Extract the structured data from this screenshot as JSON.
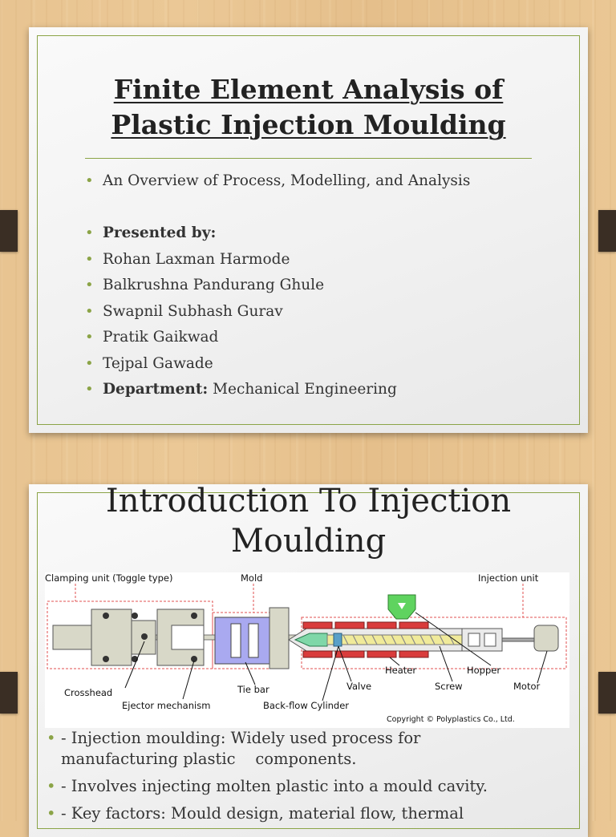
{
  "slide1": {
    "title_line1": "Finite Element Analysis of",
    "title_line2": "Plastic Injection Moulding",
    "bullet_marker": "•",
    "subtitle": "An Overview of Process, Modelling, and Analysis",
    "presented_by_label": "Presented by:",
    "presenters": [
      "Rohan Laxman Harmode",
      "Balkrushna Pandurang Ghule",
      "Swapnil Subhash Gurav",
      "Pratik Gaikwad",
      "Tejpal Gawade"
    ],
    "department_label": "Department:",
    "department_value": " Mechanical Engineering"
  },
  "slide2": {
    "title_line1": "Introduction To Injection",
    "title_line2": "Moulding",
    "diagram_labels": {
      "clamping_unit": "Clamping unit (Toggle type)",
      "mold": "Mold",
      "injection_unit": "Injection unit",
      "crosshead": "Crosshead",
      "ejector": "Ejector mechanism",
      "tie_bar": "Tie bar",
      "back_flow": "Back-flow Cylinder",
      "valve": "Valve",
      "heater": "Heater",
      "screw": "Screw",
      "hopper": "Hopper",
      "motor": "Motor",
      "copyright": "Copyright © Polyplastics Co., Ltd."
    },
    "bullets": [
      {
        "line1": "- Injection moulding: Widely used process for",
        "line2": "manufacturing plastic    components."
      },
      {
        "line1": "- Involves injecting molten plastic into a mould cavity.",
        "line2": ""
      },
      {
        "line1": "- Key factors: Mould design, material flow, thermal",
        "line2": ""
      }
    ]
  },
  "colors": {
    "accent": "#8ba447",
    "clip": "#3a2e24",
    "hopper": "#5fd35f",
    "heater": "#d93b3b",
    "mold": "#a9a9f0"
  }
}
